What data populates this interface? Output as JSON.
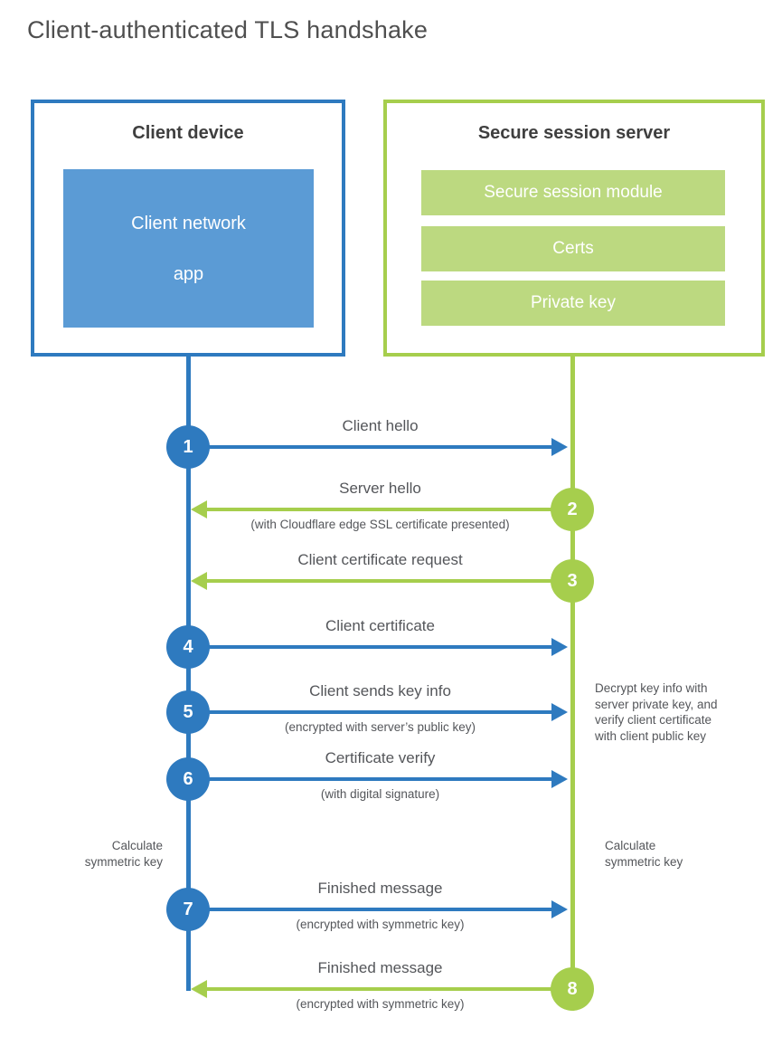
{
  "page": {
    "title": "Client-authenticated TLS handshake"
  },
  "colors": {
    "blue": "#2E7ABF",
    "blue_fill": "#5B9BD5",
    "green": "#A6CE4D",
    "green_fill": "#BCD980",
    "heading_text": "#3F3F3F",
    "label_text": "#54565A",
    "title_text": "#4F4F4F"
  },
  "client": {
    "title": "Client device",
    "app_lines": [
      "Client network",
      "app"
    ]
  },
  "server": {
    "title": "Secure session server",
    "modules": [
      "Secure session module",
      "Certs",
      "Private key"
    ]
  },
  "messages": [
    {
      "num": "1",
      "from": "client",
      "direction": "right",
      "label": "Client hello"
    },
    {
      "num": "2",
      "from": "server",
      "direction": "left",
      "label": "Server hello",
      "subtitle": "(with Cloudflare edge SSL certificate presented)"
    },
    {
      "num": "3",
      "from": "server",
      "direction": "left",
      "label": "Client certificate request"
    },
    {
      "num": "4",
      "from": "client",
      "direction": "right",
      "label": "Client certificate"
    },
    {
      "num": "5",
      "from": "client",
      "direction": "right",
      "label": "Client sends key info",
      "subtitle": "(encrypted with server’s public key)"
    },
    {
      "num": "6",
      "from": "client",
      "direction": "right",
      "label": "Certificate verify",
      "subtitle": "(with digital signature)"
    },
    {
      "num": "7",
      "from": "client",
      "direction": "right",
      "label": "Finished message",
      "subtitle": "(encrypted with symmetric key)"
    },
    {
      "num": "8",
      "from": "server",
      "direction": "left",
      "label": "Finished message",
      "subtitle": "(encrypted with symmetric key)"
    }
  ],
  "annotations": {
    "decrypt_note_lines": [
      "Decrypt key info with",
      "server private key, and",
      "verify client certificate",
      "with client public key"
    ],
    "calc_left_lines": [
      "Calculate",
      "symmetric key"
    ],
    "calc_right_lines": [
      "Calculate",
      "symmetric key"
    ]
  }
}
